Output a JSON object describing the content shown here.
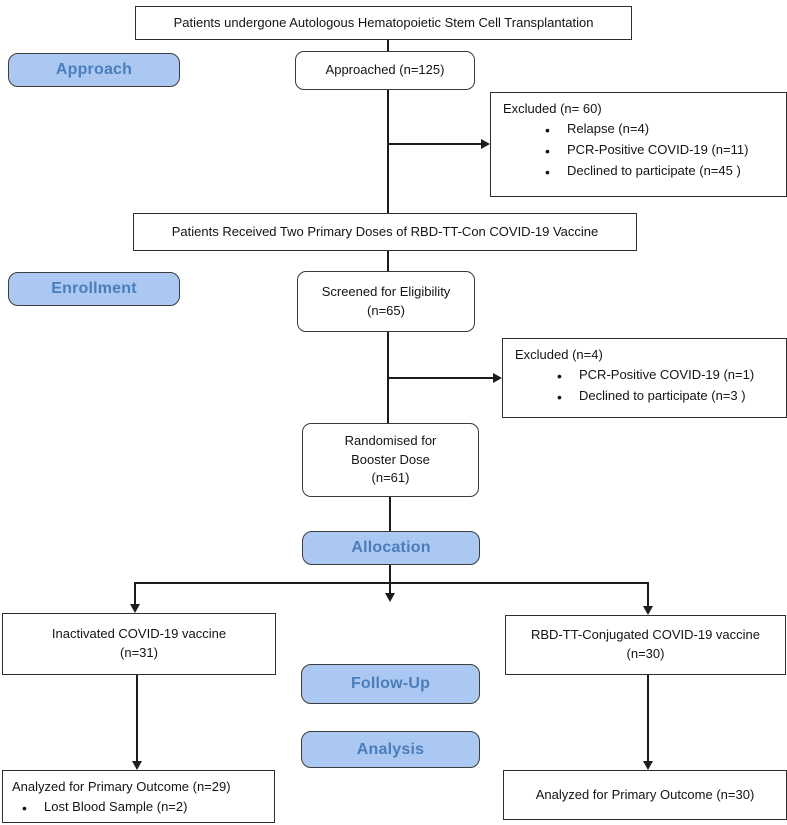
{
  "colors": {
    "label_fill": "#abc8f2",
    "label_text": "#4a7ebb",
    "label_border": "#3d3d3d",
    "box_border": "#2e2e2e",
    "line": "#1c1c1c",
    "bg": "#ffffff"
  },
  "stage_labels": {
    "approach": "Approach",
    "enrollment": "Enrollment",
    "allocation": "Allocation",
    "follow_up": "Follow-Up",
    "analysis": "Analysis"
  },
  "nodes": {
    "population": {
      "line1": "Patients undergone Autologous Hematopoietic Stem Cell Transplantation"
    },
    "approached": {
      "line1": "Approached (n=125)"
    },
    "excluded_approach": {
      "title": "Excluded (n= 60)",
      "bullets": [
        "Relapse (n=4)",
        "PCR-Positive COVID-19 (n=11)",
        "Declined to participate (n=45 )"
      ]
    },
    "primary_doses": {
      "line1": "Patients Received Two Primary Doses of RBD-TT-Con COVID-19 Vaccine"
    },
    "screened": {
      "line1": "Screened for Eligibility",
      "line2": "(n=65)"
    },
    "excluded_screening": {
      "title": "Excluded (n=4)",
      "bullets": [
        "PCR-Positive COVID-19 (n=1)",
        "Declined to participate (n=3 )"
      ]
    },
    "randomised": {
      "line1": "Randomised for",
      "line2": "Booster Dose",
      "line3": "(n=61)"
    },
    "arm_inactivated": {
      "line1": "Inactivated COVID-19 vaccine",
      "line2": "(n=31)"
    },
    "arm_rbd": {
      "line1": "RBD-TT-Conjugated COVID-19 vaccine",
      "line2": "(n=30)"
    },
    "analyzed_inactivated": {
      "title": "Analyzed for Primary Outcome (n=29)",
      "bullets": [
        "Lost Blood Sample (n=2)"
      ]
    },
    "analyzed_rbd": {
      "line1": "Analyzed for Primary Outcome (n=30)"
    }
  }
}
